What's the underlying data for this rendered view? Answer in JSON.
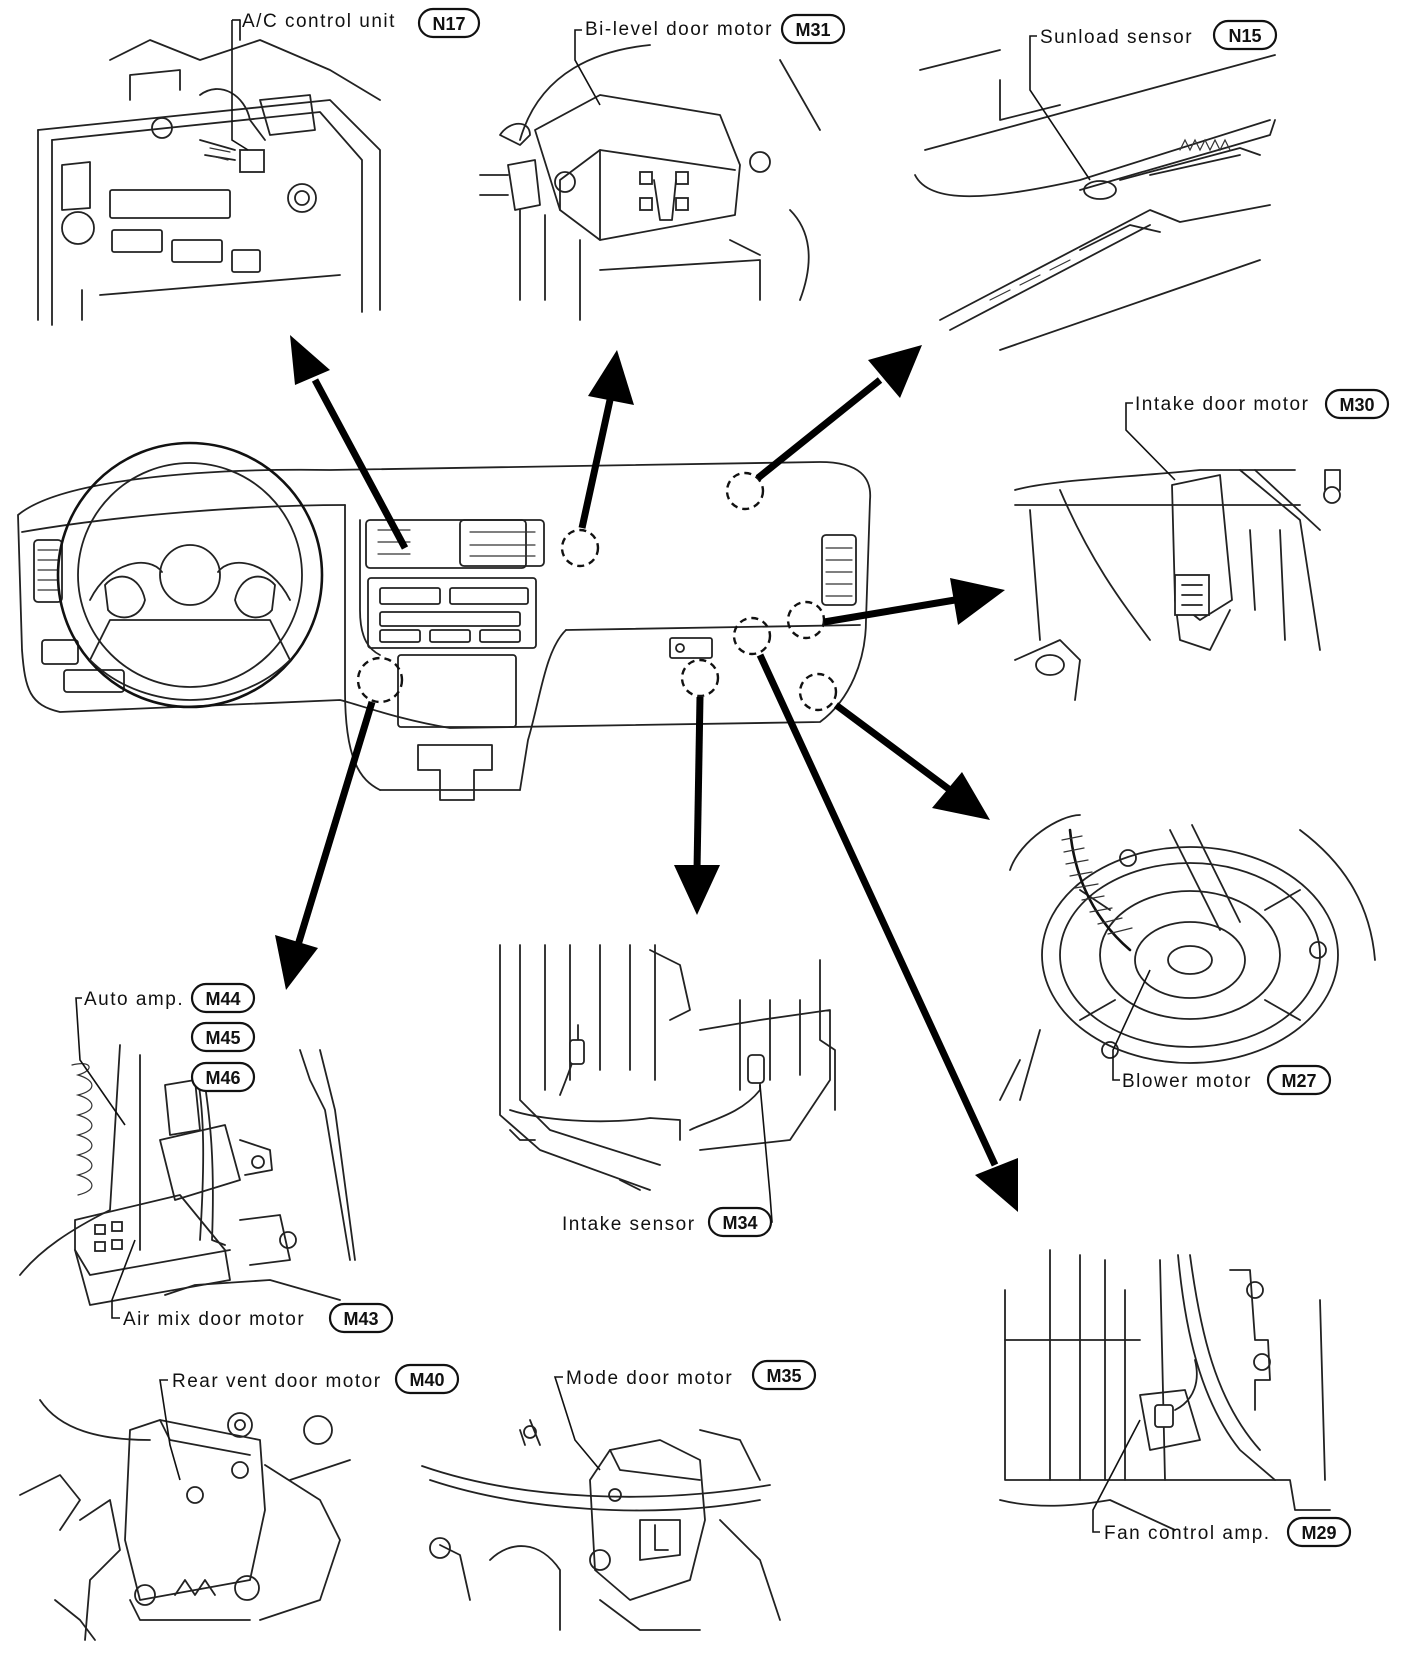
{
  "components": [
    {
      "id": "ac-control-unit",
      "label": "A/C control unit",
      "code": "N17"
    },
    {
      "id": "bi-level-door-motor",
      "label": "Bi-level door motor",
      "code": "M31"
    },
    {
      "id": "sunload-sensor",
      "label": "Sunload sensor",
      "code": "N15"
    },
    {
      "id": "intake-door-motor",
      "label": "Intake door motor",
      "code": "M30"
    },
    {
      "id": "blower-motor",
      "label": "Blower motor",
      "code": "M27"
    },
    {
      "id": "auto-amp",
      "label": "Auto amp.",
      "code": "M44",
      "code2": "M45",
      "code3": "M46"
    },
    {
      "id": "air-mix-door-motor",
      "label": "Air mix door motor",
      "code": "M43"
    },
    {
      "id": "intake-sensor",
      "label": "Intake sensor",
      "code": "M34"
    },
    {
      "id": "fan-control-amp",
      "label": "Fan control amp.",
      "code": "M29"
    },
    {
      "id": "rear-vent-door-motor",
      "label": "Rear vent door motor",
      "code": "M40"
    },
    {
      "id": "mode-door-motor",
      "label": "Mode door motor",
      "code": "M35"
    }
  ]
}
